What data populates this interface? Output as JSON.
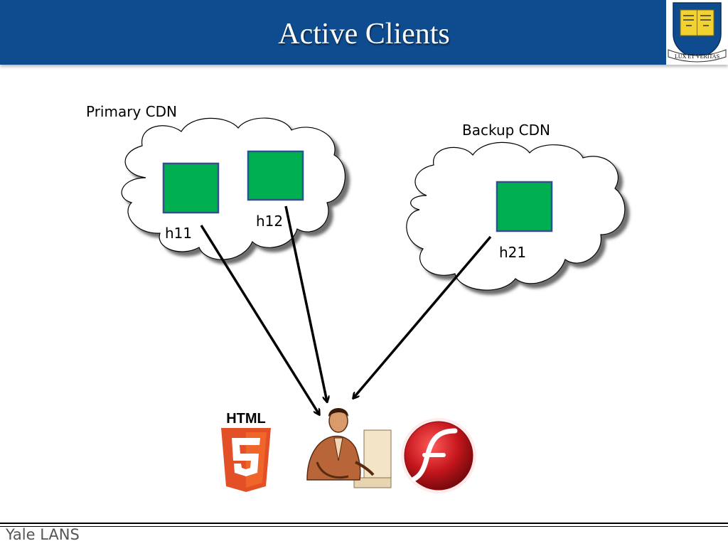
{
  "slide": {
    "title": "Active Clients",
    "footer": "Yale LANS"
  },
  "logo": {
    "motto": "LUX ET VERITAS"
  },
  "diagram": {
    "primary_cdn": {
      "label": "Primary CDN",
      "hosts": [
        "h11",
        "h12"
      ]
    },
    "backup_cdn": {
      "label": "Backup CDN",
      "hosts": [
        "h21"
      ]
    },
    "client_icons": [
      "html5-logo",
      "computer-user-icon",
      "flash-player-icon"
    ],
    "html5_text": "HTML",
    "colors": {
      "header": "#0f4c8f",
      "host_fill": "#00b050",
      "host_border": "#2f528f",
      "html5_orange": "#e34f26",
      "flash_red": "#c4161c"
    }
  }
}
